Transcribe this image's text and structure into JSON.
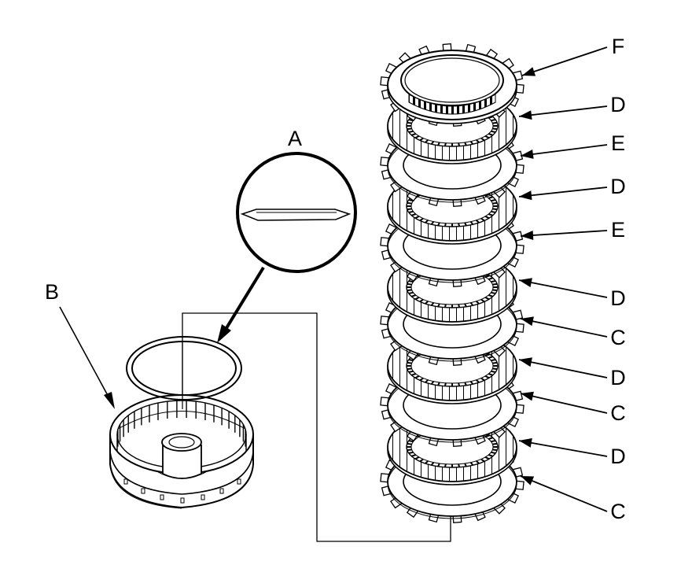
{
  "labels": {
    "a": "A",
    "b": "B",
    "c": "C",
    "d": "D",
    "e": "E",
    "f": "F"
  },
  "stack": [
    {
      "label": "F",
      "kind": "end-plate"
    },
    {
      "label": "D",
      "kind": "friction-disc"
    },
    {
      "label": "E",
      "kind": "steel-plate"
    },
    {
      "label": "D",
      "kind": "friction-disc"
    },
    {
      "label": "E",
      "kind": "steel-plate"
    },
    {
      "label": "D",
      "kind": "friction-disc"
    },
    {
      "label": "C",
      "kind": "steel-plate"
    },
    {
      "label": "D",
      "kind": "friction-disc"
    },
    {
      "label": "C",
      "kind": "steel-plate"
    },
    {
      "label": "D",
      "kind": "friction-disc"
    },
    {
      "label": "C",
      "kind": "steel-plate"
    }
  ],
  "colors": {
    "ink": "#000000",
    "paper": "#ffffff",
    "shade": "#d8d8d8"
  }
}
